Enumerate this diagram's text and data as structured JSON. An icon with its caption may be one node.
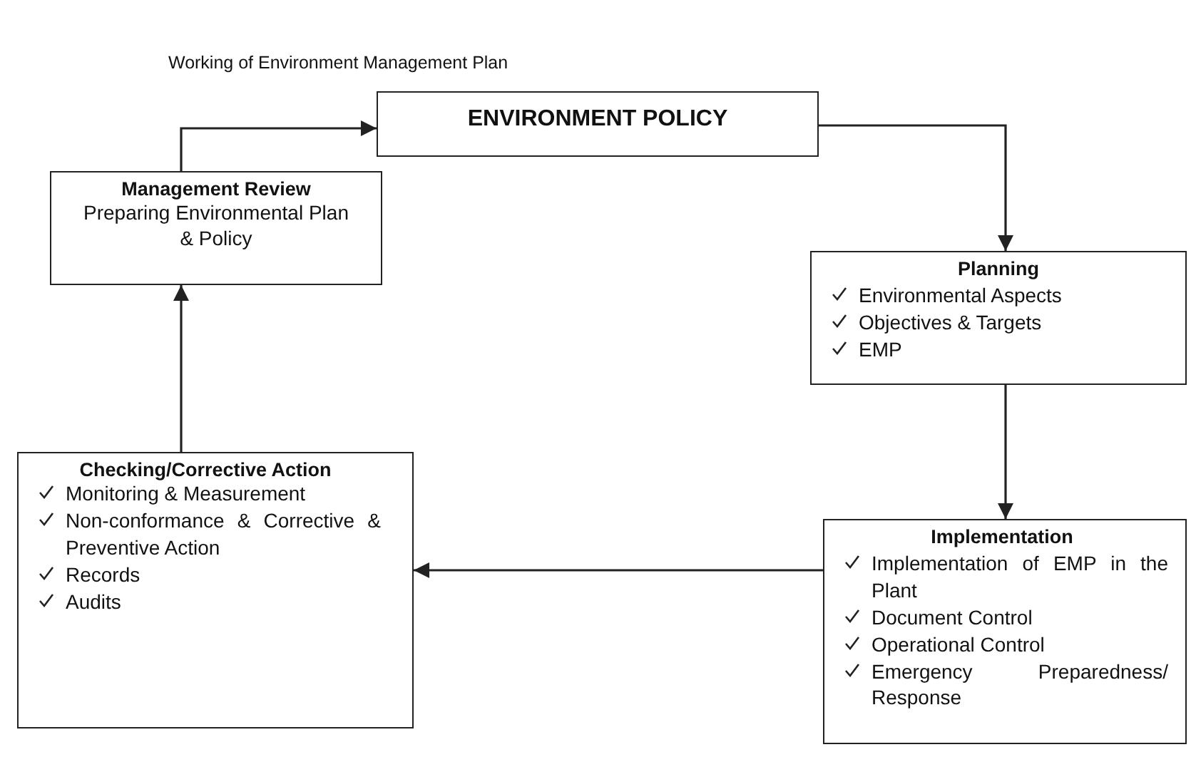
{
  "diagram": {
    "title": "Working of Environment Management Plan",
    "nodes": [
      {
        "text": [
          "ENVIRONMENT POLICY"
        ]
      },
      {
        "text": [
          "Management Review",
          "Preparing Environmental Plan & Policy"
        ]
      },
      {
        "text": [
          "Planning",
          "Environmental Aspects",
          "Objectives & Targets",
          "EMP"
        ]
      },
      {
        "text": [
          "Implementation",
          "Implementation of EMP in the Plant",
          "Document Control",
          "Operational Control",
          "Emergency Preparedness/ Response"
        ]
      },
      {
        "text": [
          "Checking/Corrective Action",
          "Monitoring & Measurement",
          "Non-conformance & Corrective & Preventive Action",
          "Records",
          "Audits"
        ]
      }
    ],
    "edges": [
      {
        "from": 1,
        "to": 0,
        "arrow": "to"
      },
      {
        "from": 0,
        "to": 2,
        "arrow": "to"
      },
      {
        "from": 2,
        "to": 3,
        "arrow": "to"
      },
      {
        "from": 3,
        "to": 4,
        "arrow": "to"
      },
      {
        "from": 4,
        "to": 1,
        "arrow": "to"
      }
    ]
  }
}
